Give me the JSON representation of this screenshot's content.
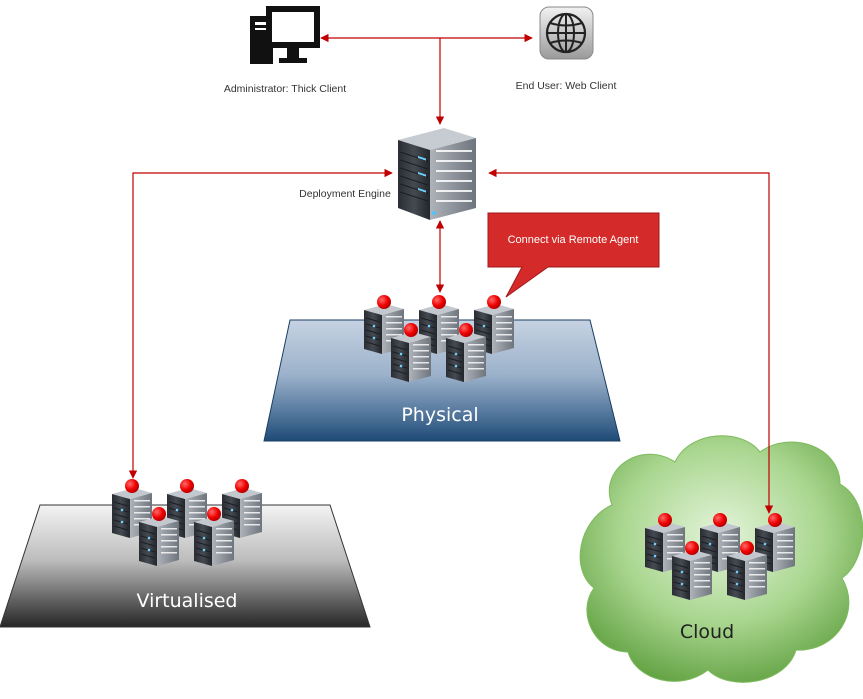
{
  "nodes": {
    "admin_label": "Administrator: Thick Client",
    "enduser_label": "End User: Web Client",
    "engine_label": "Deployment Engine"
  },
  "callout": {
    "text": "Connect via Remote Agent"
  },
  "platforms": {
    "physical": "Physical",
    "virtualised": "Virtualised",
    "cloud": "Cloud"
  },
  "colors": {
    "connector": "#c00000",
    "status_dot": "#ee0000",
    "callout_fill": "#d42a2a",
    "physical_top": "#c2cfe0",
    "physical_bottom": "#1e4f7c",
    "virtual_top": "#f2f2f2",
    "virtual_bottom": "#2a2a2a",
    "cloud_light": "#d7eec9",
    "cloud_dark": "#5aa03a"
  },
  "icons": {
    "admin": "desktop-computer-icon",
    "enduser": "globe-icon",
    "engine": "server-tower-icon",
    "servers": "server-tower-icon",
    "status": "red-status-dot-icon"
  }
}
